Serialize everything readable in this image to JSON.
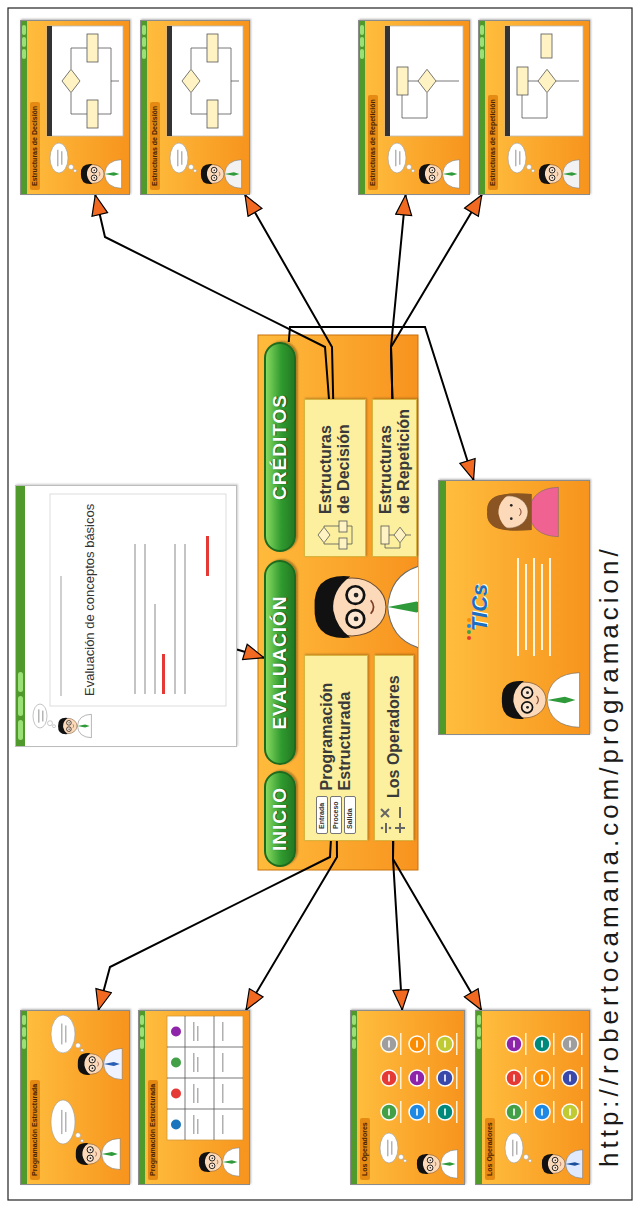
{
  "diagram": {
    "nodes": [
      {
        "text": [
          "INICIO"
        ]
      },
      {
        "text": [
          "EVALUACIÓN"
        ]
      },
      {
        "text": [
          "CRÉDITOS"
        ]
      },
      {
        "text": [
          "Programación Estructurada",
          "Entrada",
          "Proceso",
          "Salida"
        ]
      },
      {
        "text": [
          "Los Operadores"
        ]
      },
      {
        "text": [
          "Estructuras de Decisión"
        ]
      },
      {
        "text": [
          "Estructuras de Repetición"
        ]
      },
      {
        "text": [
          "Evaluación de conceptos básicos"
        ]
      },
      {
        "text": [
          "Programación Estructurada"
        ]
      },
      {
        "text": [
          "Programación Estructurada"
        ]
      },
      {
        "text": [
          "Los Operadores"
        ]
      },
      {
        "text": [
          "Los Operadores"
        ]
      },
      {
        "text": [
          "Estructuras de Decisión"
        ]
      },
      {
        "text": [
          "Estructuras de Decisión"
        ]
      },
      {
        "text": [
          "Estructuras de Repetición"
        ]
      },
      {
        "text": [
          "Estructuras de Repetición"
        ]
      },
      {
        "text": [
          "TICs"
        ]
      }
    ],
    "edges": [
      {
        "from": 3,
        "to": 8,
        "arrow": "to"
      },
      {
        "from": 3,
        "to": 9,
        "arrow": "to"
      },
      {
        "from": 4,
        "to": 10,
        "arrow": "to"
      },
      {
        "from": 4,
        "to": 11,
        "arrow": "to"
      },
      {
        "from": 5,
        "to": 12,
        "arrow": "to"
      },
      {
        "from": 5,
        "to": 13,
        "arrow": "to"
      },
      {
        "from": 6,
        "to": 14,
        "arrow": "to"
      },
      {
        "from": 6,
        "to": 15,
        "arrow": "to"
      },
      {
        "from": 7,
        "to": 1,
        "arrow": "to"
      },
      {
        "from": 2,
        "to": 16,
        "arrow": "to"
      }
    ],
    "labels": [
      "http://robertocamana.com/programacion/"
    ]
  }
}
